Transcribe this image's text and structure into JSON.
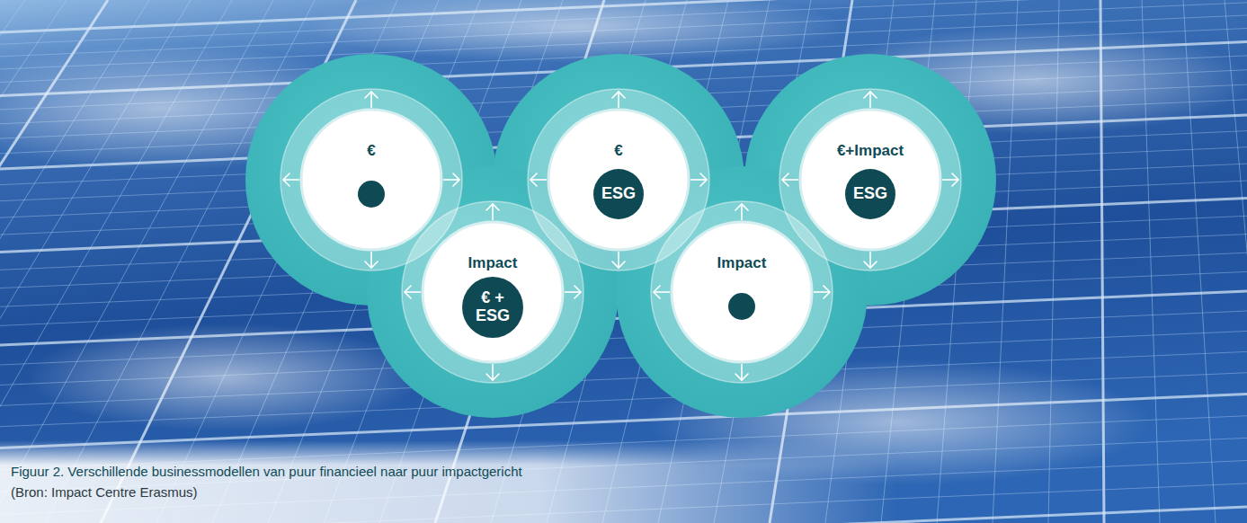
{
  "diagram": {
    "caption": "Figuur 2. Verschillende businessmodellen van puur financieel naar puur impactgericht",
    "nodes": [
      {
        "text": [
          "€"
        ]
      },
      {
        "text": [
          "€"
        ]
      },
      {
        "text": [
          "ESG"
        ],
        "in": 1
      },
      {
        "text": [
          "€+Impact"
        ]
      },
      {
        "text": [
          "ESG"
        ],
        "in": 3
      },
      {
        "text": [
          "Impact"
        ]
      },
      {
        "text": [
          "€ + ESG"
        ],
        "in": 5
      },
      {
        "text": [
          "Impact"
        ]
      }
    ],
    "labels": [
      "(Bron: Impact Centre Erasmus)"
    ]
  }
}
